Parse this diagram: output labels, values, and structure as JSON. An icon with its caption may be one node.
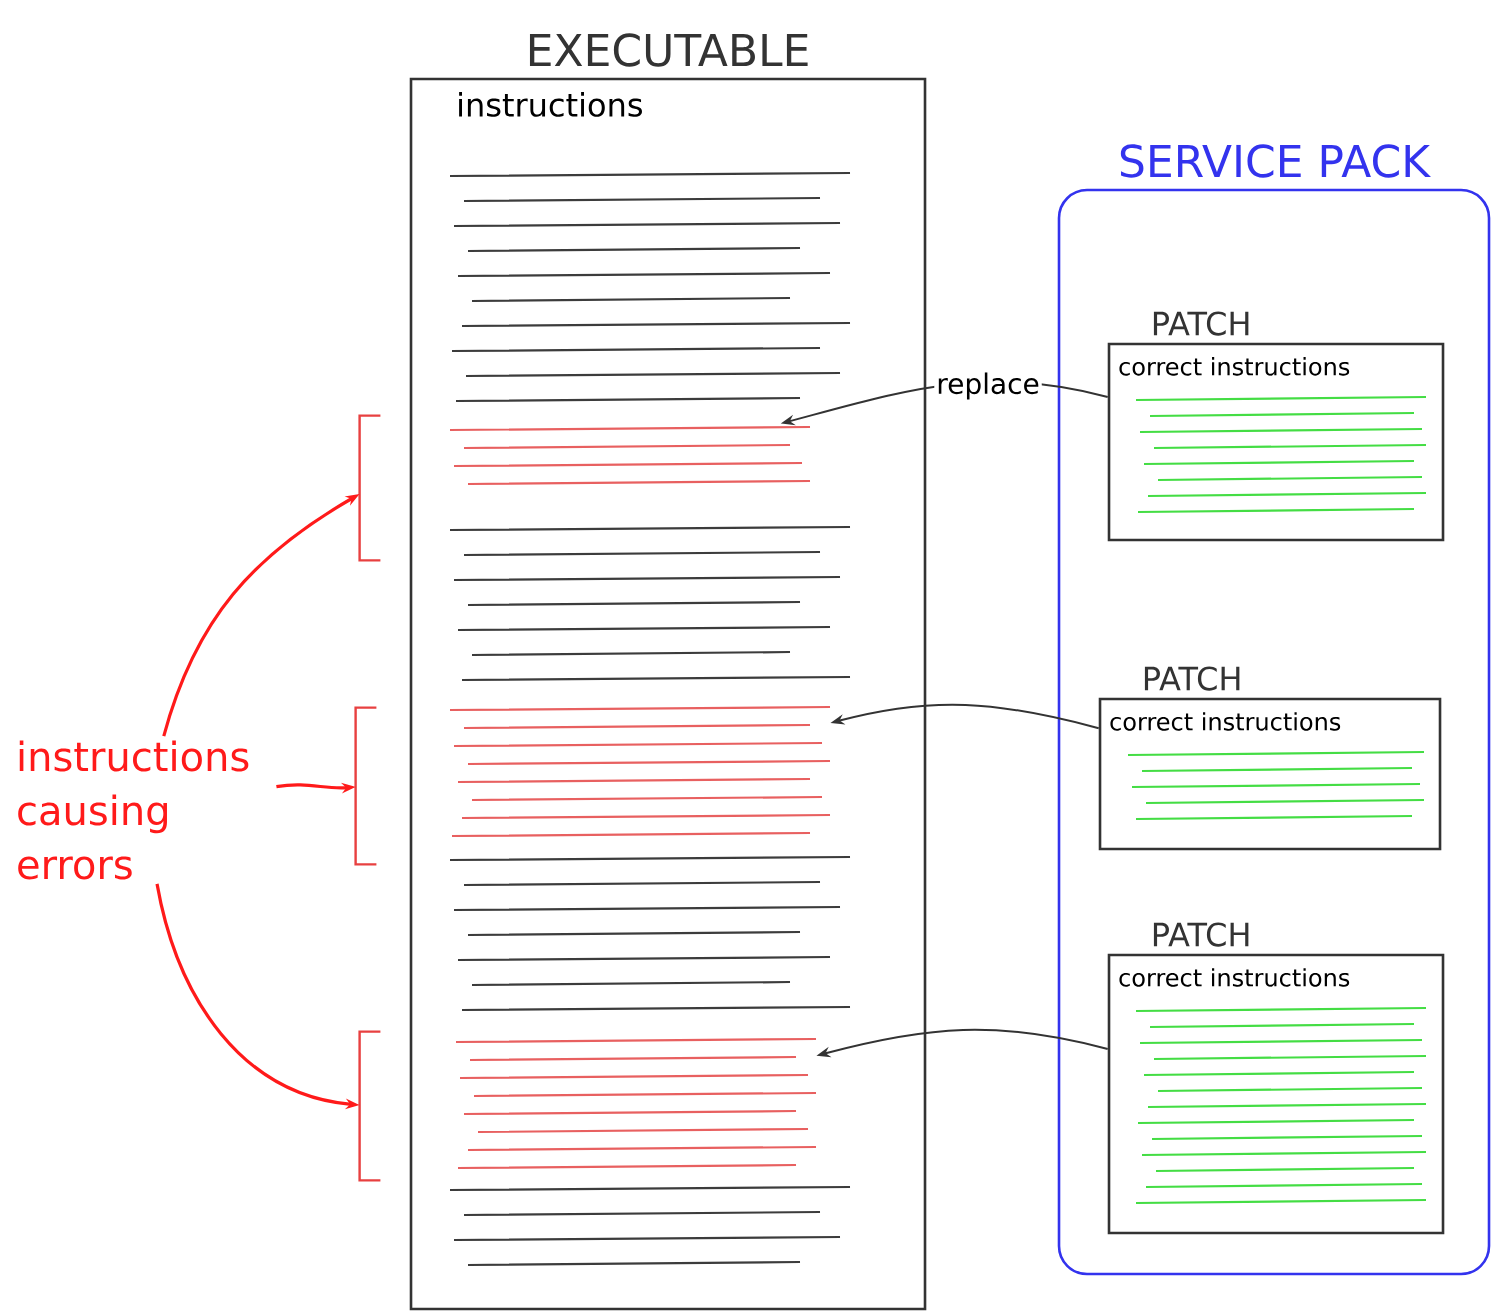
{
  "diagram": {
    "nodes": [
      {
        "text": [
          "EXECUTABLE",
          "instructions"
        ]
      },
      {
        "text": [],
        "shape": "lines",
        "in": 0
      },
      {
        "text": [],
        "shape": "lines",
        "in": 0
      },
      {
        "text": [],
        "shape": "lines",
        "in": 0
      },
      {
        "text": [],
        "shape": "bracket"
      },
      {
        "text": [],
        "shape": "bracket"
      },
      {
        "text": [],
        "shape": "bracket"
      },
      {
        "text": [
          "instructions causing errors"
        ]
      },
      {
        "text": [
          "SERVICE PACK"
        ]
      },
      {
        "text": [
          "PATCH",
          "correct instructions"
        ],
        "in": 8
      },
      {
        "text": [
          "PATCH",
          "correct instructions"
        ],
        "in": 8
      },
      {
        "text": [
          "PATCH",
          "correct instructions"
        ],
        "in": 8
      }
    ],
    "edges": [
      {
        "from": 9,
        "to": 1,
        "arrow": "to",
        "label": "replace",
        "color": "#333333"
      },
      {
        "from": 10,
        "to": 2,
        "arrow": "to",
        "color": "#333333"
      },
      {
        "from": 11,
        "to": 3,
        "arrow": "to",
        "color": "#333333"
      },
      {
        "from": 7,
        "to": 4,
        "arrow": "to",
        "color": "#ff1a1a"
      },
      {
        "from": 7,
        "to": 5,
        "arrow": "to",
        "color": "#ff1a1a"
      },
      {
        "from": 7,
        "to": 6,
        "arrow": "to",
        "color": "#ff1a1a"
      }
    ]
  }
}
